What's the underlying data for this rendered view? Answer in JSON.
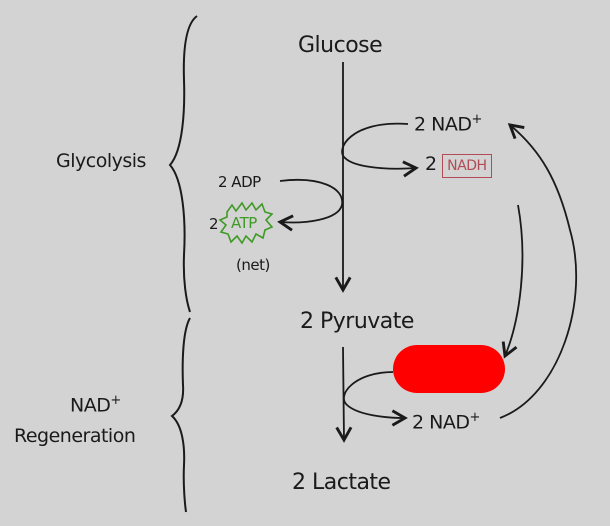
{
  "labels": {
    "glucose": "Glucose",
    "glycolysis": "Glycolysis",
    "nad_top": "2 NAD",
    "nad_top_sup": "+",
    "nadh_count": "2",
    "nadh": "NADH",
    "adp": "2 ADP",
    "atp_count": "2",
    "atp": "ATP",
    "net": "(net)",
    "pyruvate": "2 Pyruvate",
    "nad_regen_line1": "NAD",
    "nad_regen_sup": "+",
    "nad_regen_line2": "Regeneration",
    "nad_bottom": "2 NAD",
    "nad_bottom_sup": "+",
    "lactate": "2 Lactate"
  },
  "colors": {
    "background": "#d3d3d3",
    "ink": "#1a1a1a",
    "nadh_box": "#b24b55",
    "atp_star": "#3f9a26",
    "redaction": "#ff0000"
  }
}
